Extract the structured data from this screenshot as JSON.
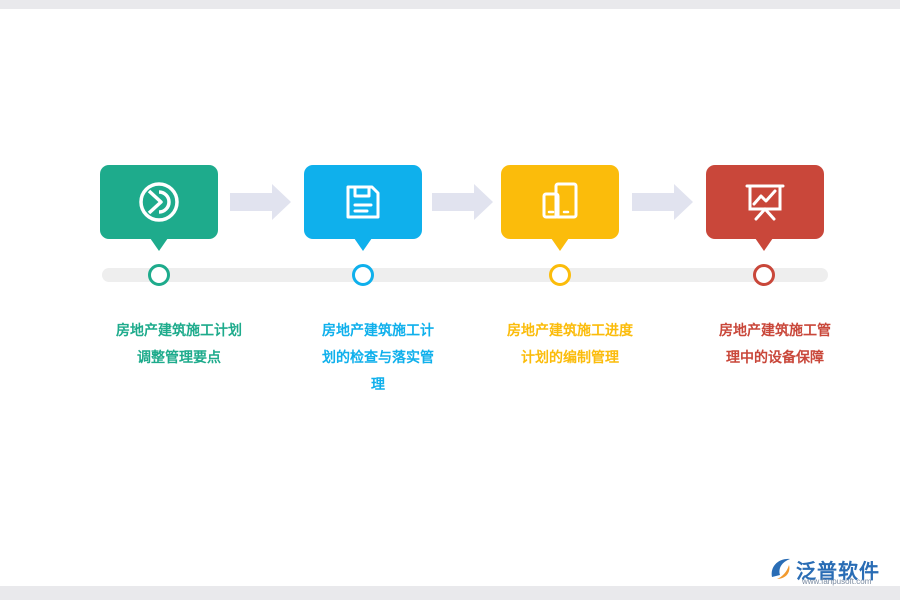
{
  "steps": [
    {
      "label": "房地产建筑施工计划\n调整管理要点",
      "color": "#1eab8c",
      "icon": "pie-chart-icon"
    },
    {
      "label": "房地产建筑施工计\n划的检查与落实管\n理",
      "color": "#0fb0ec",
      "icon": "floppy-disk-icon"
    },
    {
      "label": "房地产建筑施工进度\n计划的编制管理",
      "color": "#fbbc0b",
      "icon": "devices-icon"
    },
    {
      "label": "房地产建筑施工管\n理中的设备保障",
      "color": "#c9473a",
      "icon": "presentation-chart-icon"
    }
  ],
  "arrow_color": "#e1e3ef",
  "timeline_color": "#eeeeee",
  "logo": {
    "name": "泛普软件",
    "url": "www.fanpusoft.com",
    "color": "#2a6db5"
  }
}
